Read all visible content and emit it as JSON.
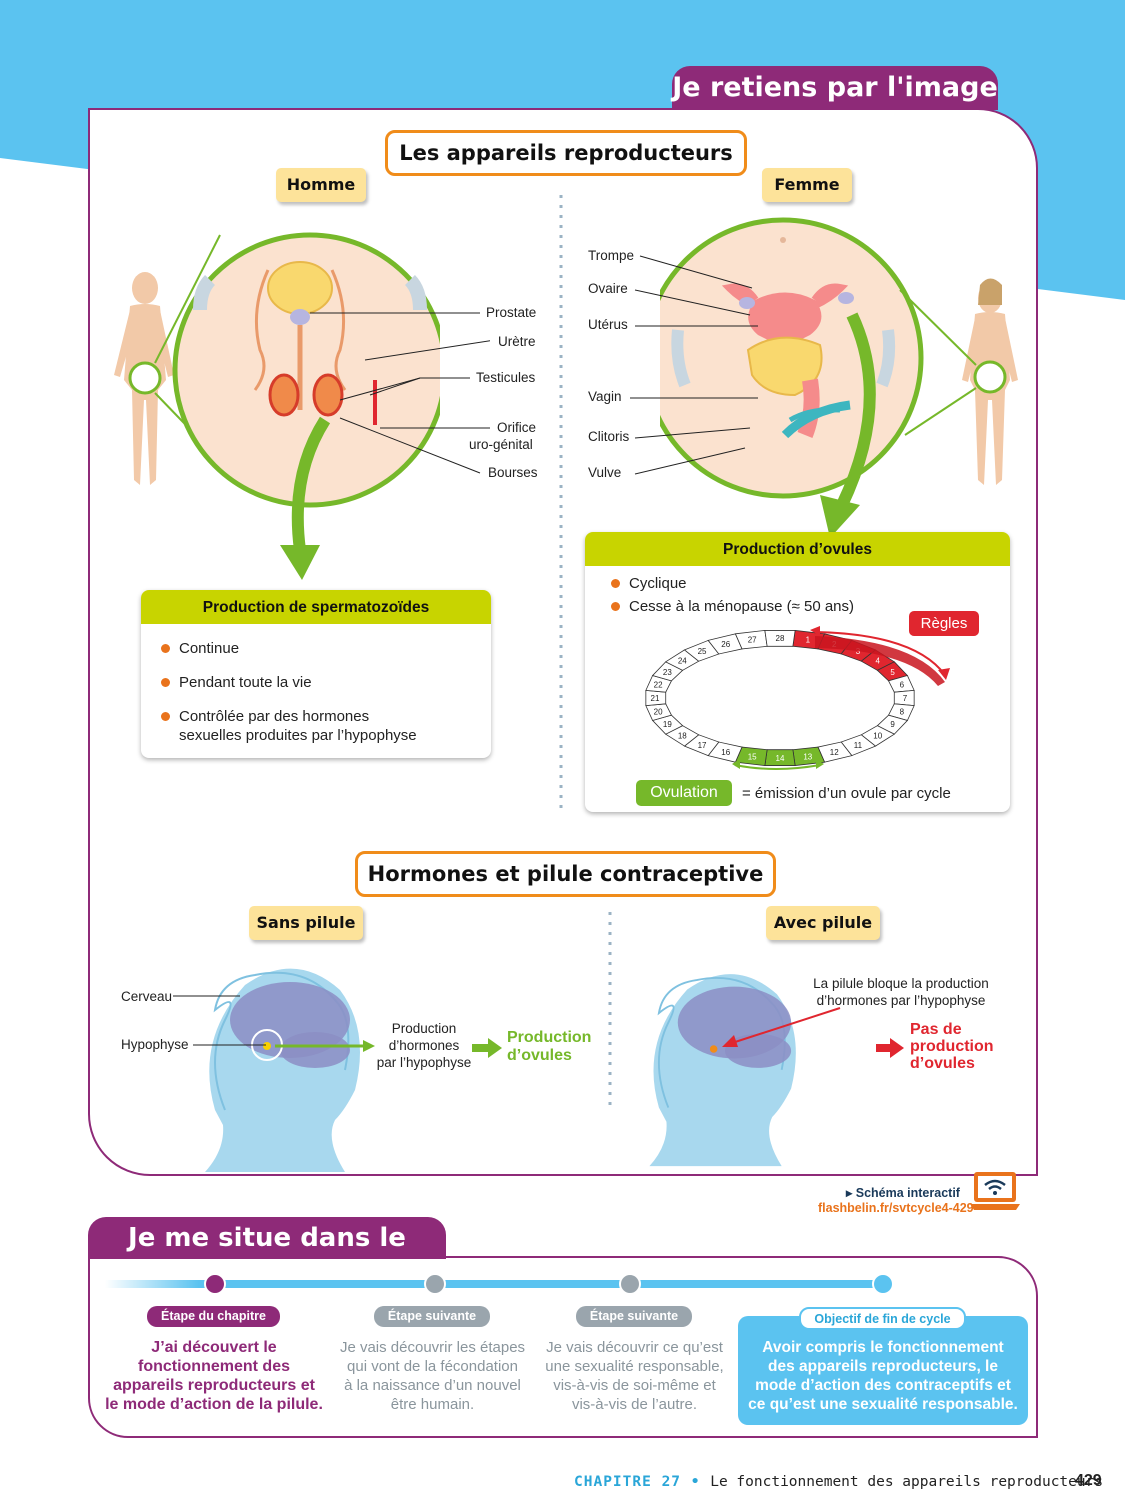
{
  "header": {
    "title": "Je retiens par l'image"
  },
  "reproduction": {
    "title": "Les appareils reproducteurs",
    "homme": {
      "tag": "Homme",
      "labels": {
        "prostate": "Prostate",
        "uretre": "Urètre",
        "testicules": "Testicules",
        "orifice_1": "Orifice",
        "orifice_2": "uro-génital",
        "bourses": "Bourses"
      },
      "card": {
        "title": "Production de spermatozoïdes",
        "items": [
          "Continue",
          "Pendant toute la vie",
          "Contrôlée par des hormones",
          "sexuelles produites par l’hypophyse"
        ]
      }
    },
    "femme": {
      "tag": "Femme",
      "labels": {
        "trompe": "Trompe",
        "ovaire": "Ovaire",
        "uterus": "Utérus",
        "vagin": "Vagin",
        "clitoris": "Clitoris",
        "vulve": "Vulve"
      },
      "card": {
        "title": "Production d’ovules",
        "items": [
          "Cyclique",
          "Cesse à la ménopause (≈ 50 ans)"
        ],
        "regles": "Règles",
        "ovulation": "Ovulation",
        "ovulation_def": "= émission d’un ovule par cycle",
        "cycle_days": [
          "1",
          "2",
          "3",
          "4",
          "5",
          "6",
          "7",
          "8",
          "9",
          "10",
          "11",
          "12",
          "13",
          "14",
          "15",
          "16",
          "17",
          "18",
          "19",
          "20",
          "21",
          "22",
          "23",
          "24",
          "25",
          "26",
          "27",
          "28"
        ]
      }
    }
  },
  "hormones": {
    "title": "Hormones et pilule contraceptive",
    "sans": {
      "tag": "Sans pilule",
      "cerveau": "Cerveau",
      "hypophyse": "Hypophyse",
      "production_1": "Production",
      "production_2": "d’hormones",
      "production_3": "par l’hypophyse",
      "result_1": "Production",
      "result_2": "d’ovules"
    },
    "avec": {
      "tag": "Avec pilule",
      "bloque_1": "La pilule bloque la production",
      "bloque_2": "d’hormones par l’hypophyse",
      "result_1": "Pas de",
      "result_2": "production",
      "result_3": "d’ovules"
    }
  },
  "interactive": {
    "label": "▸ Schéma interactif",
    "link": "flashbelin.fr/svtcycle4-429"
  },
  "cycle": {
    "title": "Je me situe dans le cycle",
    "stages": [
      {
        "chip": "Étape du chapitre",
        "lines": [
          "J’ai découvert le",
          "fonctionnement des",
          "appareils reproducteurs et",
          "le mode d’action de la pilule."
        ]
      },
      {
        "chip": "Étape suivante",
        "lines": [
          "Je vais découvrir les étapes",
          "qui vont de la fécondation",
          "à la naissance d’un nouvel",
          "être humain."
        ]
      },
      {
        "chip": "Étape suivante",
        "lines": [
          "Je vais découvrir ce qu’est",
          "une sexualité responsable,",
          "vis-à-vis de soi-même et",
          "vis-à-vis de l’autre."
        ]
      },
      {
        "chip": "Objectif de fin de cycle",
        "lines": [
          "Avoir compris le fonctionnement",
          "des appareils reproducteurs, le",
          "mode d’action des contraceptifs et",
          "ce qu’est une sexualité responsable."
        ]
      }
    ]
  },
  "footer": {
    "chapter": "CHAPITRE 27",
    "separator": " • ",
    "subject": "Le fonctionnement des appareils reproducteurs",
    "page": "429"
  },
  "colors": {
    "purple": "#8e2a78",
    "orange": "#f08c1a",
    "green": "#76b82a",
    "lime": "#c8d400",
    "red": "#e0262f",
    "sky": "#5bc3f0"
  }
}
